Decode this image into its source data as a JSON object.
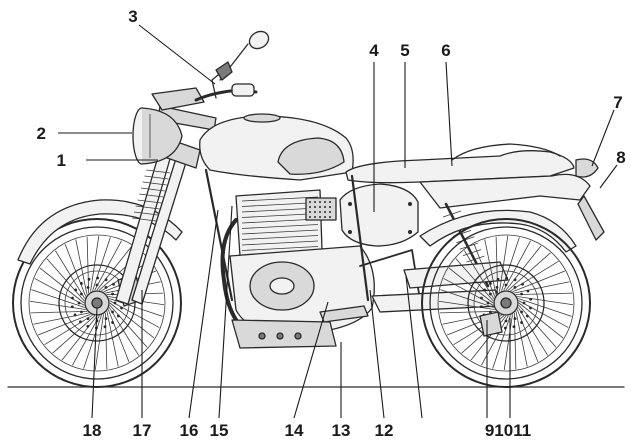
{
  "callouts": [
    {
      "id": "1",
      "label": "1"
    },
    {
      "id": "2",
      "label": "2"
    },
    {
      "id": "3",
      "label": "3"
    },
    {
      "id": "4",
      "label": "4"
    },
    {
      "id": "5",
      "label": "5"
    },
    {
      "id": "6",
      "label": "6"
    },
    {
      "id": "7",
      "label": "7"
    },
    {
      "id": "8",
      "label": "8"
    },
    {
      "id": "18",
      "label": "18"
    },
    {
      "id": "17",
      "label": "17"
    },
    {
      "id": "16",
      "label": "16"
    },
    {
      "id": "15",
      "label": "15"
    },
    {
      "id": "14",
      "label": "14"
    },
    {
      "id": "13",
      "label": "13"
    },
    {
      "id": "12",
      "label": "12"
    },
    {
      "id": "91011",
      "label": "91011"
    }
  ],
  "colors": {
    "ink": "#1a1a1a",
    "shade_light": "#f2f2f2",
    "shade_mid": "#d9d9d9",
    "shade_dark": "#7a7a7a"
  }
}
